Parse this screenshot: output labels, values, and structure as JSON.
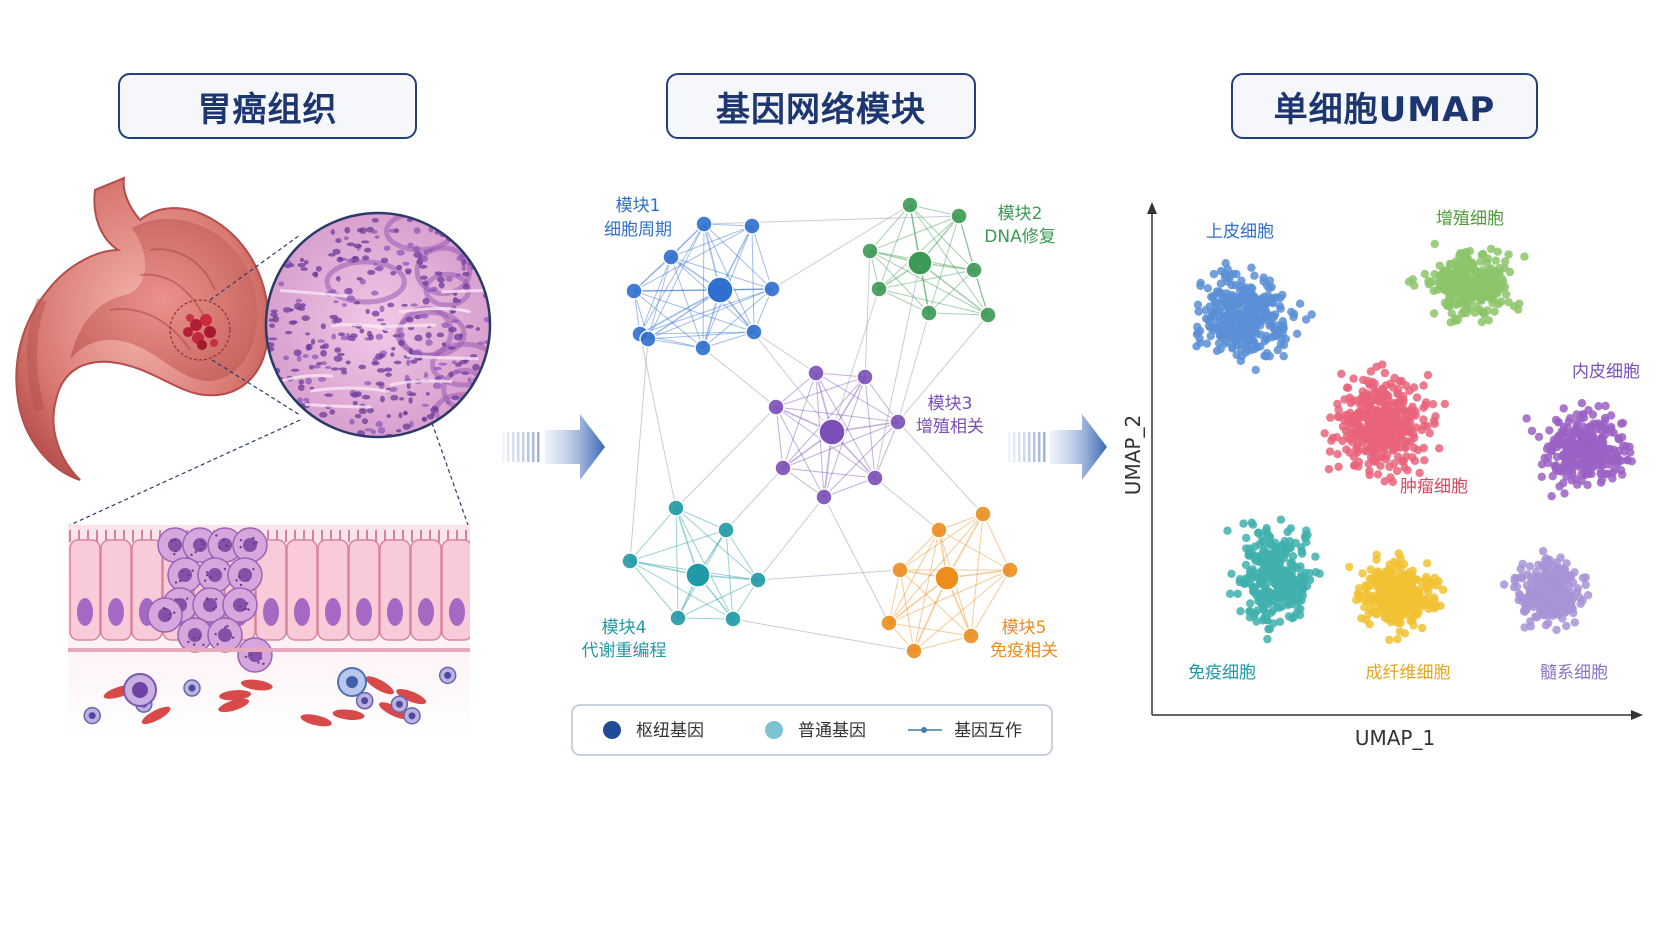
{
  "titles": {
    "tissue": "胃癌组织",
    "network": "基因网络模块",
    "umap": "单细胞UMAP"
  },
  "modules": [
    {
      "name": "模块1",
      "desc": "细胞周期",
      "color": "#2f6fcf"
    },
    {
      "name": "模块2",
      "desc": "DNA修复",
      "color": "#3b9a55"
    },
    {
      "name": "模块3",
      "desc": "增殖相关",
      "color": "#7b4fb8"
    },
    {
      "name": "模块4",
      "desc": "代谢重编程",
      "color": "#1f9aa6"
    },
    {
      "name": "模块5",
      "desc": "免疫相关",
      "color": "#ec8d1c"
    }
  ],
  "legend": {
    "hub": "枢纽基因",
    "normal": "普通基因",
    "interaction": "基因互作"
  },
  "umap": {
    "xlabel": "UMAP_1",
    "ylabel": "UMAP_2",
    "clusters": [
      {
        "name": "上皮细胞",
        "color": "#5b8fd6"
      },
      {
        "name": "增殖细胞",
        "color": "#8cc46a"
      },
      {
        "name": "内皮细胞",
        "color": "#9b62c4"
      },
      {
        "name": "肿瘤细胞",
        "color": "#e9647a"
      },
      {
        "name": "免疫细胞",
        "color": "#3fb0ad"
      },
      {
        "name": "成纤维细胞",
        "color": "#f2c232"
      },
      {
        "name": "髓系细胞",
        "color": "#a793d6"
      }
    ]
  }
}
